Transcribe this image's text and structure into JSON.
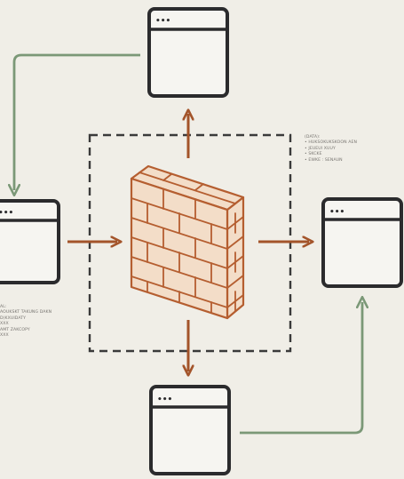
{
  "diagram": {
    "window_dots": "•••",
    "note_right": [
      "(DATA):",
      "•  HUKSOKUKSKOON AEN",
      "•  JEUEUI XUUY",
      "•  SKCKE",
      "•  EWKE : SENAUN"
    ],
    "note_left": [
      "AL:",
      "AOUKSKT TAKUNG DAKN",
      "D(KXUIDATY",
      "XXX",
      "AMT ZAKCOPY",
      "XXX"
    ]
  },
  "colors": {
    "background": "#f0eee7",
    "window_stroke": "#2b2b2d",
    "window_fill": "#f6f5f1",
    "green_connector": "#7b9877",
    "orange_arrow": "#a3542a",
    "brick_stroke": "#b55e30",
    "brick_fill": "#f3ddc8",
    "dashed_box": "#3a3a3a"
  }
}
